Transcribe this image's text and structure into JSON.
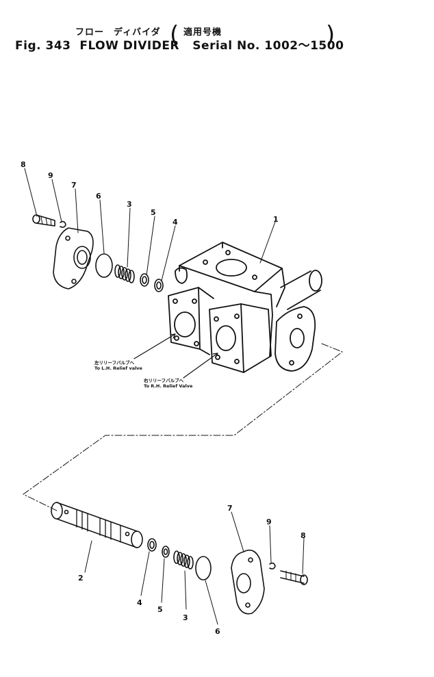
{
  "title": {
    "jp_part": "フロー　ディバイダ",
    "jp_serial": "適用号機",
    "figure": "Fig. 343",
    "name": "FLOW DIVIDER",
    "serial": "Serial No. 1002～1500"
  },
  "callouts": {
    "lh_relief_jp": "左リリーフバルブへ",
    "lh_relief_en": "To L.H. Relief valve",
    "rh_relief_jp": "右リリーフバルブへ",
    "rh_relief_en": "To R.H. Relief Valve"
  },
  "part_numbers": {
    "top": [
      "8",
      "9",
      "7",
      "6",
      "3",
      "5",
      "4",
      "1"
    ],
    "bottom": [
      "2",
      "4",
      "5",
      "3",
      "6",
      "7",
      "9",
      "8"
    ]
  }
}
